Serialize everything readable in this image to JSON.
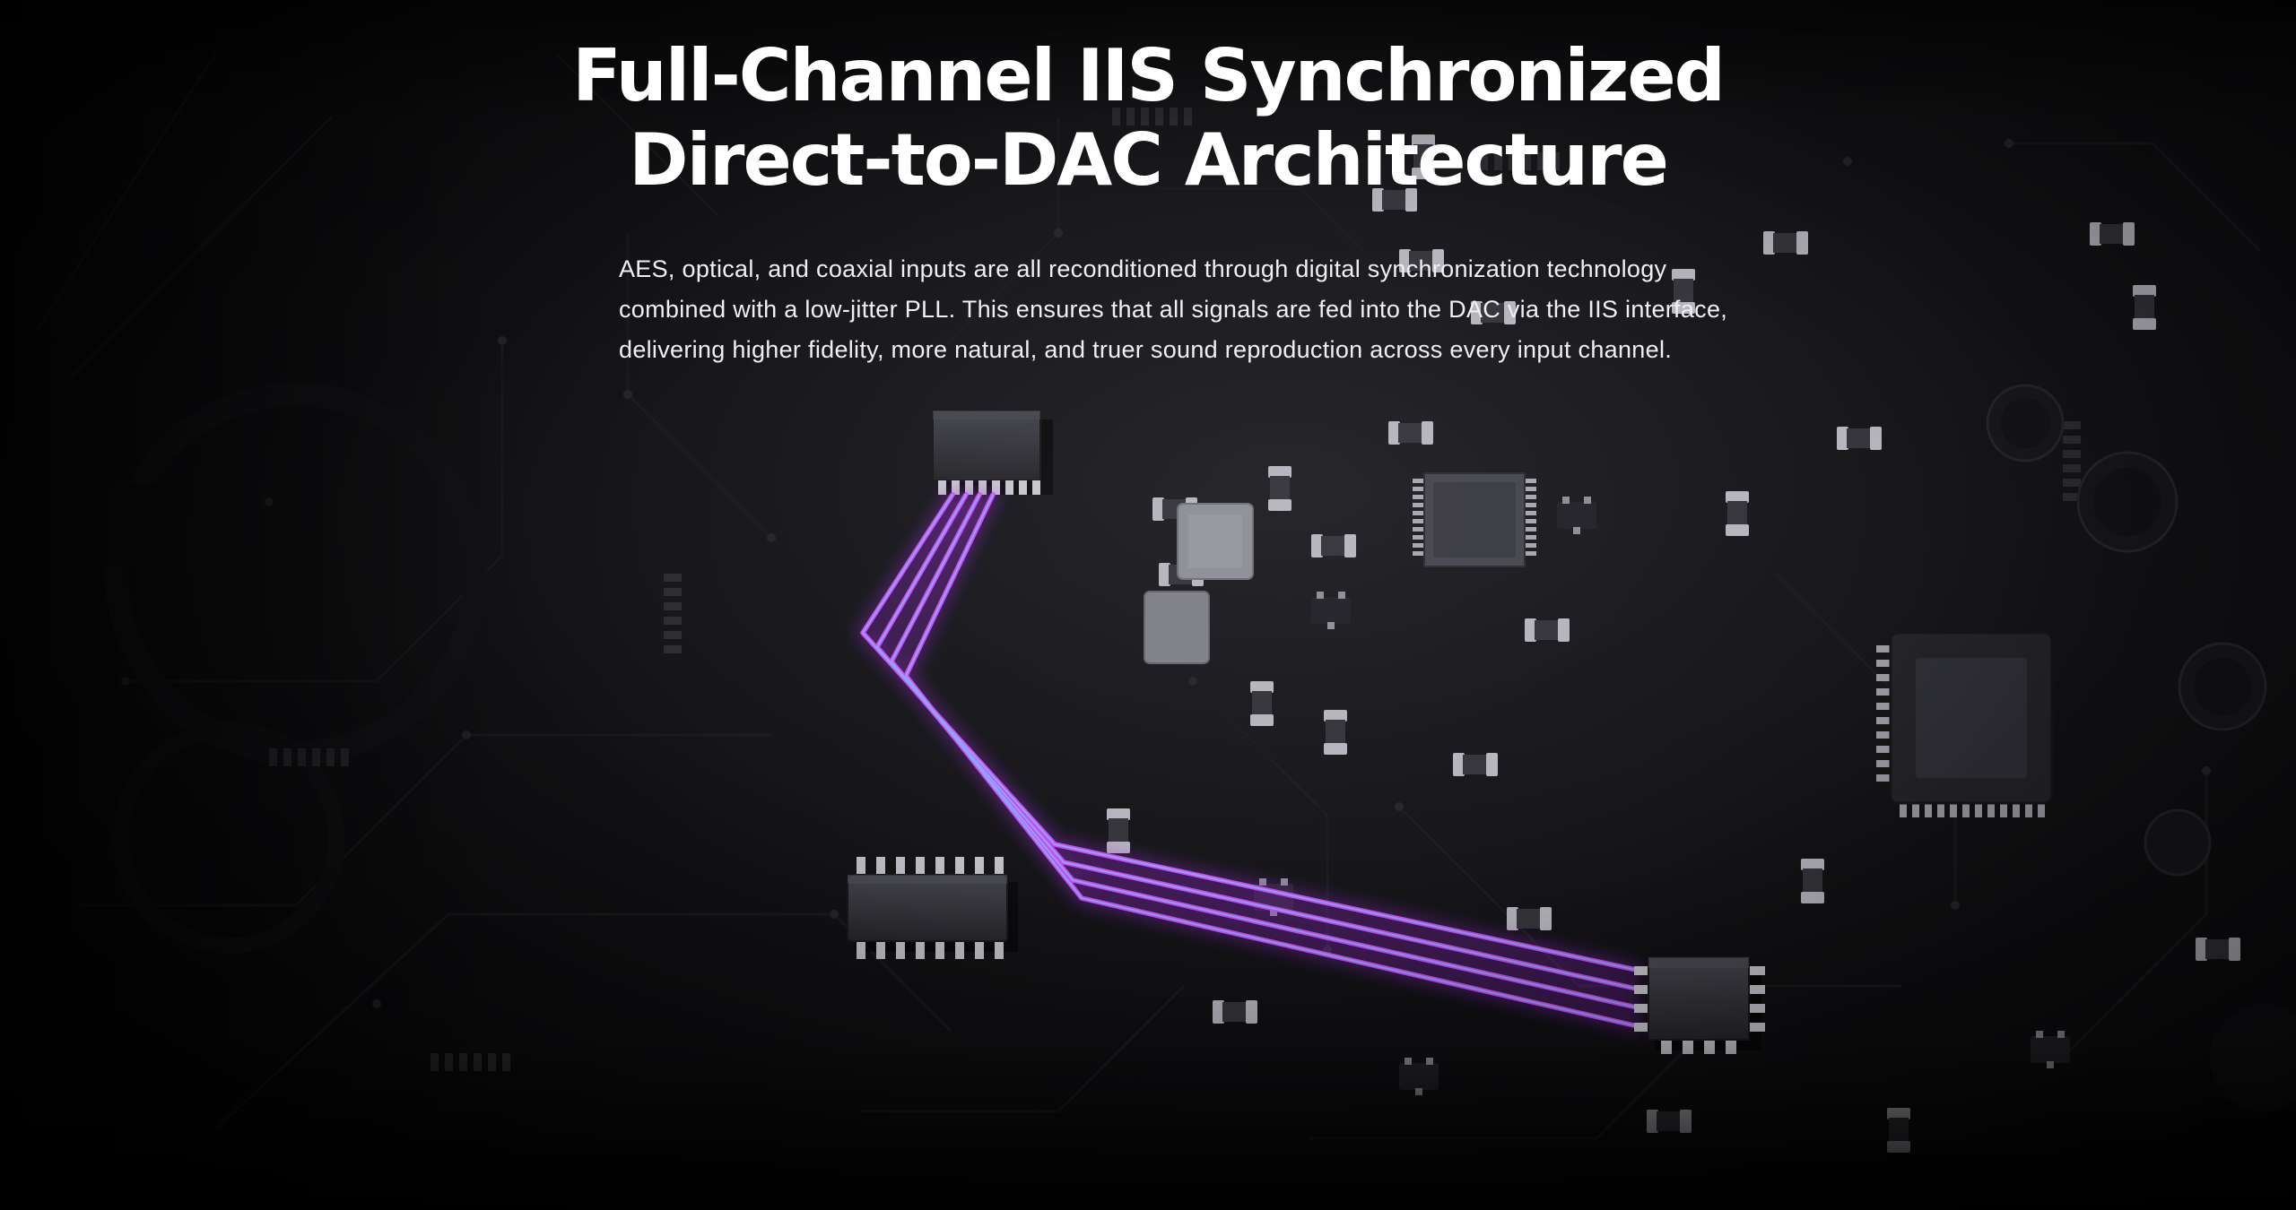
{
  "page": {
    "background": "#050506"
  },
  "hero": {
    "title_line1": "Full-Channel IIS Synchronized",
    "title_line2": "Direct-to-DAC Architecture",
    "description": "AES, optical, and coaxial inputs are all reconditioned through digital synchronization technology combined with a low-jitter PLL. This ensures that all signals are fed into the DAC via the IIS interface, delivering higher fidelity, more natural, and truer sound reproduction across every input channel."
  },
  "illustration": {
    "label": "dark-pcb-render-with-glowing-iis-traces",
    "trace_glow_color": "#a32ce0",
    "trace_main_color": "#c94df0",
    "trace_core_color": "#8fa2ff",
    "board_color": "#121215",
    "chip_color": "#2e2e35"
  }
}
